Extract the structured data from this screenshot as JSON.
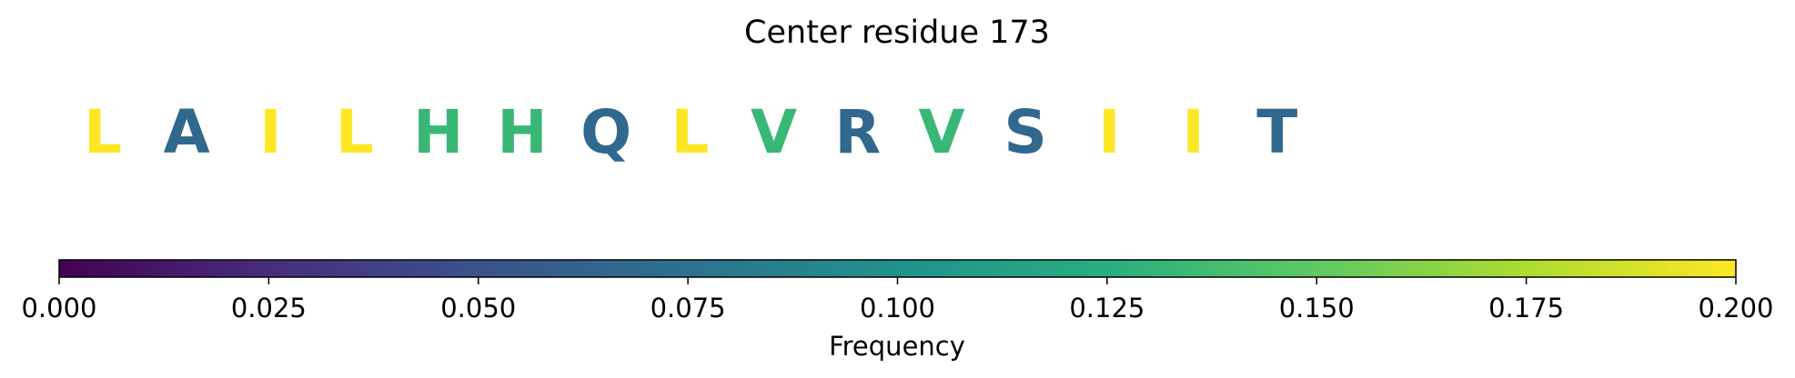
{
  "chart_data": {
    "type": "heatmap",
    "title": "Center residue 173",
    "residues": [
      {
        "letter": "L",
        "frequency": 0.2
      },
      {
        "letter": "A",
        "frequency": 0.067
      },
      {
        "letter": "I",
        "frequency": 0.2
      },
      {
        "letter": "L",
        "frequency": 0.2
      },
      {
        "letter": "H",
        "frequency": 0.133
      },
      {
        "letter": "H",
        "frequency": 0.133
      },
      {
        "letter": "Q",
        "frequency": 0.067
      },
      {
        "letter": "L",
        "frequency": 0.2
      },
      {
        "letter": "V",
        "frequency": 0.133
      },
      {
        "letter": "R",
        "frequency": 0.067
      },
      {
        "letter": "V",
        "frequency": 0.133
      },
      {
        "letter": "S",
        "frequency": 0.067
      },
      {
        "letter": "I",
        "frequency": 0.2
      },
      {
        "letter": "I",
        "frequency": 0.2
      },
      {
        "letter": "T",
        "frequency": 0.067
      }
    ],
    "colorbar": {
      "label": "Frequency",
      "range": [
        0.0,
        0.2
      ],
      "colormap": "viridis",
      "ticks": [
        "0.000",
        "0.025",
        "0.050",
        "0.075",
        "0.100",
        "0.125",
        "0.150",
        "0.175",
        "0.200"
      ]
    }
  }
}
